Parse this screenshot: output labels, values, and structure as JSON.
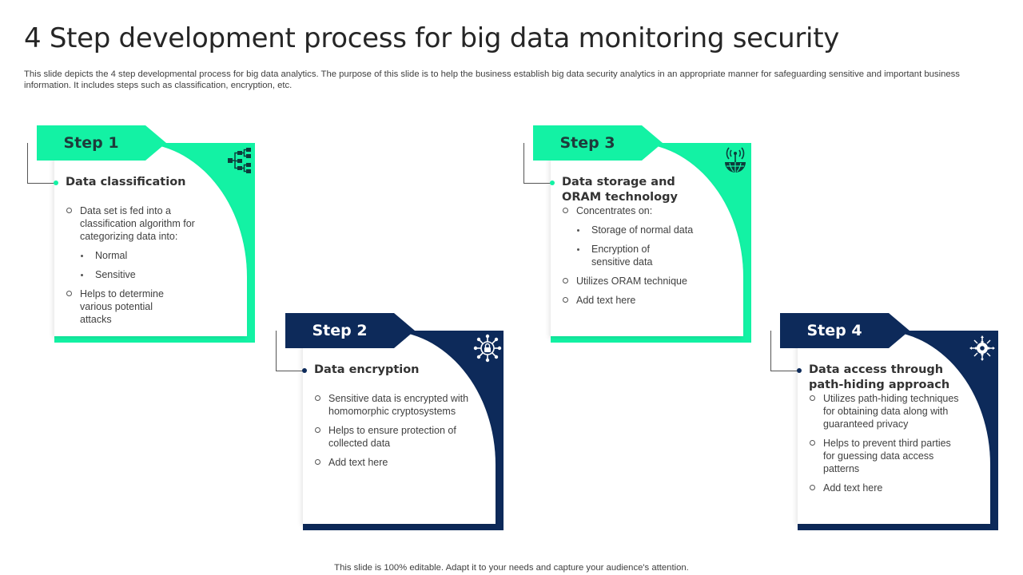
{
  "page": {
    "title": "4 Step development process for big data monitoring security",
    "subtitle": "This slide depicts the 4 step developmental process for big data analytics. The purpose of this slide is to help the business establish big data security analytics in an appropriate manner for safeguarding sensitive and important business information. It includes steps such as classification, encryption, etc.",
    "footer": "This slide is 100% editable. Adapt it to your needs and capture your audience's attention."
  },
  "colors": {
    "accent_green": "#13f2a4",
    "accent_navy": "#0d2a5a"
  },
  "steps": [
    {
      "label": "Step 1",
      "heading": "Data classification",
      "icon": "hierarchy-icon",
      "bullets": [
        "Data set is fed into a classification algorithm for categorizing data into:",
        "Normal",
        "Sensitive",
        "Helps to determine various potential attacks"
      ]
    },
    {
      "label": "Step 2",
      "heading": "Data encryption",
      "icon": "lock-network-icon",
      "bullets": [
        "Sensitive data is encrypted with homomorphic cryptosystems",
        "Helps to ensure protection of collected data",
        "Add text here"
      ]
    },
    {
      "label": "Step 3",
      "heading": "Data storage and ORAM technology",
      "icon": "antenna-globe-icon",
      "bullets": [
        "Concentrates on:",
        "Storage of normal data",
        "Encryption of sensitive data",
        "Utilizes ORAM technique",
        "Add text here"
      ]
    },
    {
      "label": "Step 4",
      "heading": "Data access through path-hiding approach",
      "icon": "gear-network-icon",
      "bullets": [
        "Utilizes path-hiding techniques for obtaining data along with guaranteed privacy",
        "Helps to prevent third parties for guessing data access patterns",
        "Add text here"
      ]
    }
  ]
}
